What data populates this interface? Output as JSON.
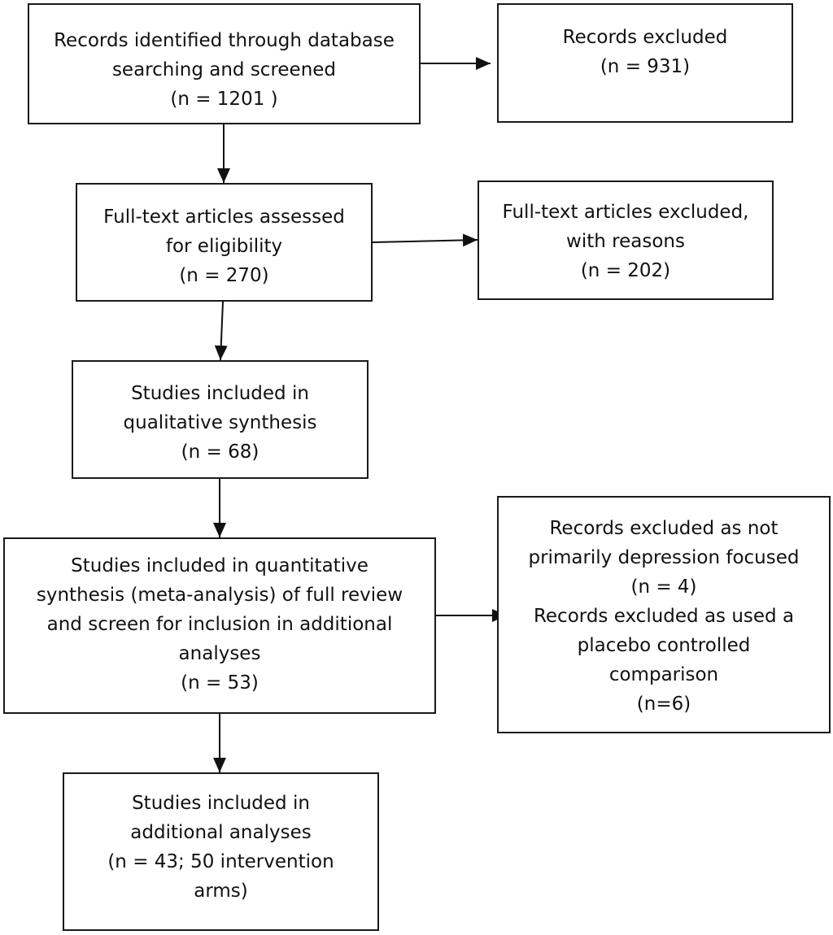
{
  "boxes": {
    "identified": {
      "lines": [
        "Records identified through database",
        "searching and screened",
        "(n =  1201 )"
      ]
    },
    "excluded": {
      "lines": [
        "Records excluded",
        "(n =  931)"
      ]
    },
    "fulltext_assessed": {
      "lines": [
        "Full-text articles assessed",
        "for eligibility",
        "(n =  270)"
      ]
    },
    "fulltext_excluded": {
      "lines": [
        "Full-text articles excluded,",
        "with reasons",
        "(n =  202)"
      ]
    },
    "qualitative": {
      "lines": [
        "Studies included in",
        "qualitative synthesis",
        "(n = 68)"
      ]
    },
    "quantitative": {
      "lines": [
        "Studies included in quantitative",
        "synthesis (meta-analysis) of full review",
        "and screen for inclusion in additional",
        "analyses",
        "(n = 53)"
      ]
    },
    "further_excluded": {
      "lines": [
        "Records excluded as not",
        "primarily depression focused",
        "(n =  4)",
        "Records excluded as used a",
        "placebo controlled",
        "comparison",
        "(n=6)"
      ]
    },
    "additional": {
      "lines": [
        "Studies included in",
        "additional analyses",
        "(n = 43; 50 intervention",
        "arms)"
      ]
    }
  }
}
